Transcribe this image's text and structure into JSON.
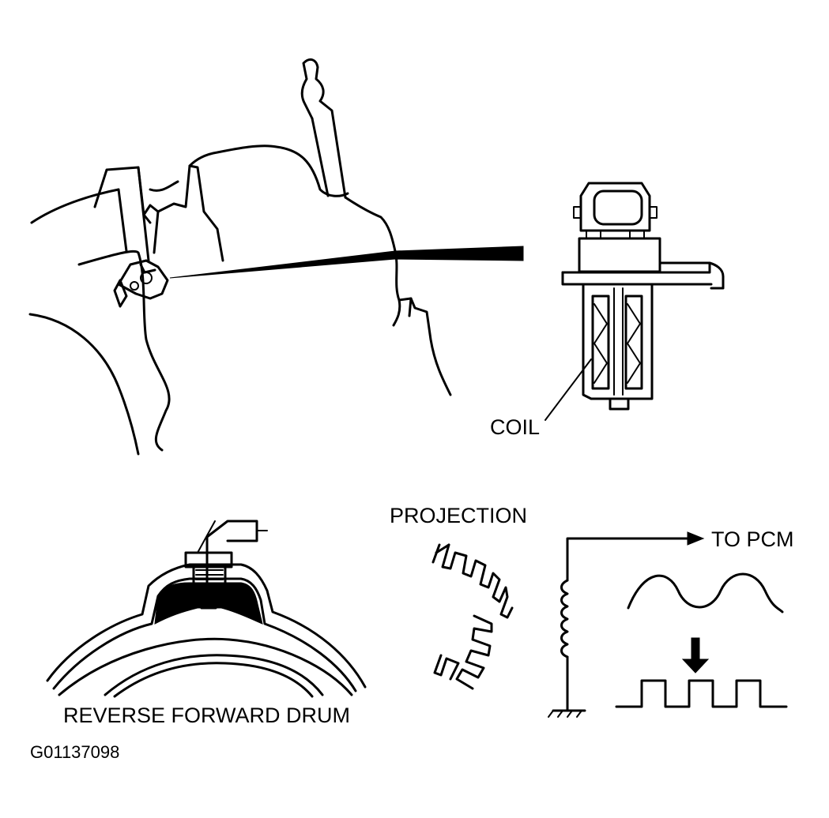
{
  "labels": {
    "coil": "COIL",
    "projection": "PROJECTION",
    "to_pcm": "TO PCM",
    "drum": "REVERSE FORWARD DRUM",
    "figure_code": "G01137098"
  }
}
